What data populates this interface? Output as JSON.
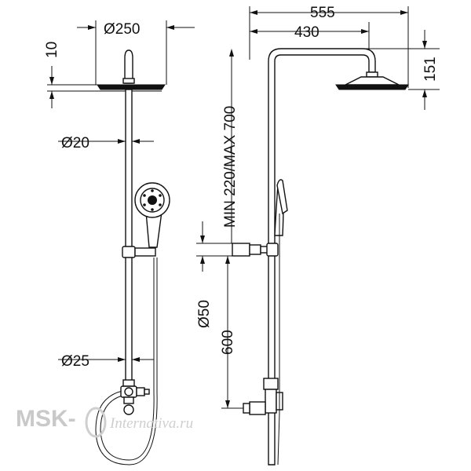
{
  "dimensions": {
    "head_diameter": "Ø250",
    "head_thickness": "10",
    "pipe_diameter": "Ø20",
    "lower_pipe_diameter": "Ø25",
    "total_width": "555",
    "head_reach": "430",
    "head_height": "151",
    "height_range": "MIN 220/MAX 700",
    "connector_diameter": "Ø50",
    "inlet_spacing": "600"
  },
  "watermark": {
    "brand": "MSK-",
    "script": "Internativa.ru"
  }
}
